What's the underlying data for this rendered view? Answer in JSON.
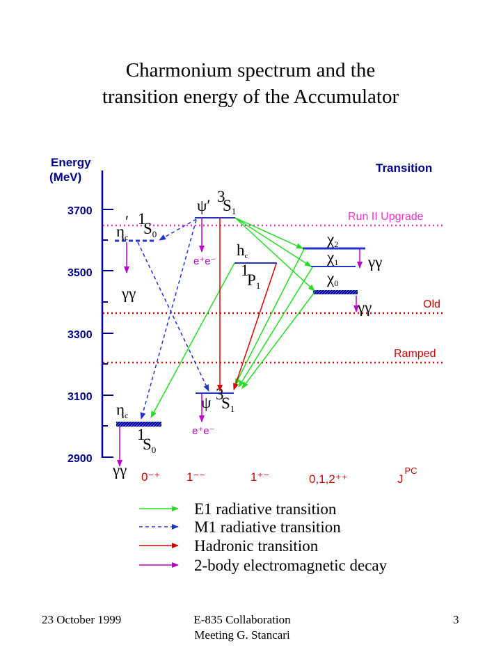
{
  "title_line1": "Charmonium spectrum and the",
  "title_line2": "transition energy of the Accumulator",
  "axis": {
    "label1": "Energy",
    "label2": "(MeV)",
    "ticks": [
      "3700",
      "3500",
      "3300",
      "3100",
      "2900"
    ]
  },
  "header_transition": "Transition",
  "lines": {
    "run2": "Run II Upgrade",
    "old": "Old",
    "ramped": "Ramped"
  },
  "states": {
    "eta_c_prime": "η",
    "eta_c_prime_sub": "c",
    "eta_c_prime_mark": "′",
    "eta_c_prime_spec_sup": "1",
    "eta_c_prime_spec": "S",
    "eta_c_prime_spec_sub": "0",
    "psi_prime": "ψ′",
    "psi_prime_spec_sup": "3",
    "psi_prime_spec": "S",
    "psi_prime_spec_sub": "1",
    "h_c": "h",
    "h_c_sub": "c",
    "h_c_spec_sup": "1",
    "h_c_spec": "P",
    "h_c_spec_sub": "1",
    "chi2": "χ",
    "chi2_sub": "2",
    "chi1": "χ",
    "chi1_sub": "1",
    "chi0": "χ",
    "chi0_sub": "0",
    "psi": "ψ",
    "psi_spec_sup": "3",
    "psi_spec": "S",
    "psi_spec_sub": "1",
    "eta_c": "η",
    "eta_c_sub": "c",
    "eta_c_spec_sup": "1",
    "eta_c_spec": "S",
    "eta_c_spec_sub": "0"
  },
  "decays": {
    "ee_upper": "e⁺e⁻",
    "ee_lower": "e⁺e⁻",
    "gamma_gamma": "γγ"
  },
  "jpc": {
    "v0": "0⁻⁺",
    "v1": "1⁻⁻",
    "v2": "1⁺⁻",
    "v3": "0,1,2⁺⁺",
    "label": "J",
    "label_sup": "PC"
  },
  "legend": [
    {
      "label": "E1 radiative transition",
      "color": "#22dd22"
    },
    {
      "label": "M1 radiative transition",
      "color": "#2233cc"
    },
    {
      "label": "Hadronic transition",
      "color": "#dd0000"
    },
    {
      "label": "2-body electromagnetic decay",
      "color": "#bb00cc"
    }
  ],
  "footer": {
    "left": "23 October 1999",
    "center_line1": "E-835 Collaboration",
    "center_line2": "Meeting   G. Stancari",
    "right": "3"
  },
  "colors": {
    "e1": "#22dd22",
    "m1": "#2233cc",
    "hadronic": "#dd0000",
    "em": "#bb00cc",
    "run2": "#ee33cc",
    "old_ramped": "#cc0000",
    "navy": "#00008b"
  }
}
